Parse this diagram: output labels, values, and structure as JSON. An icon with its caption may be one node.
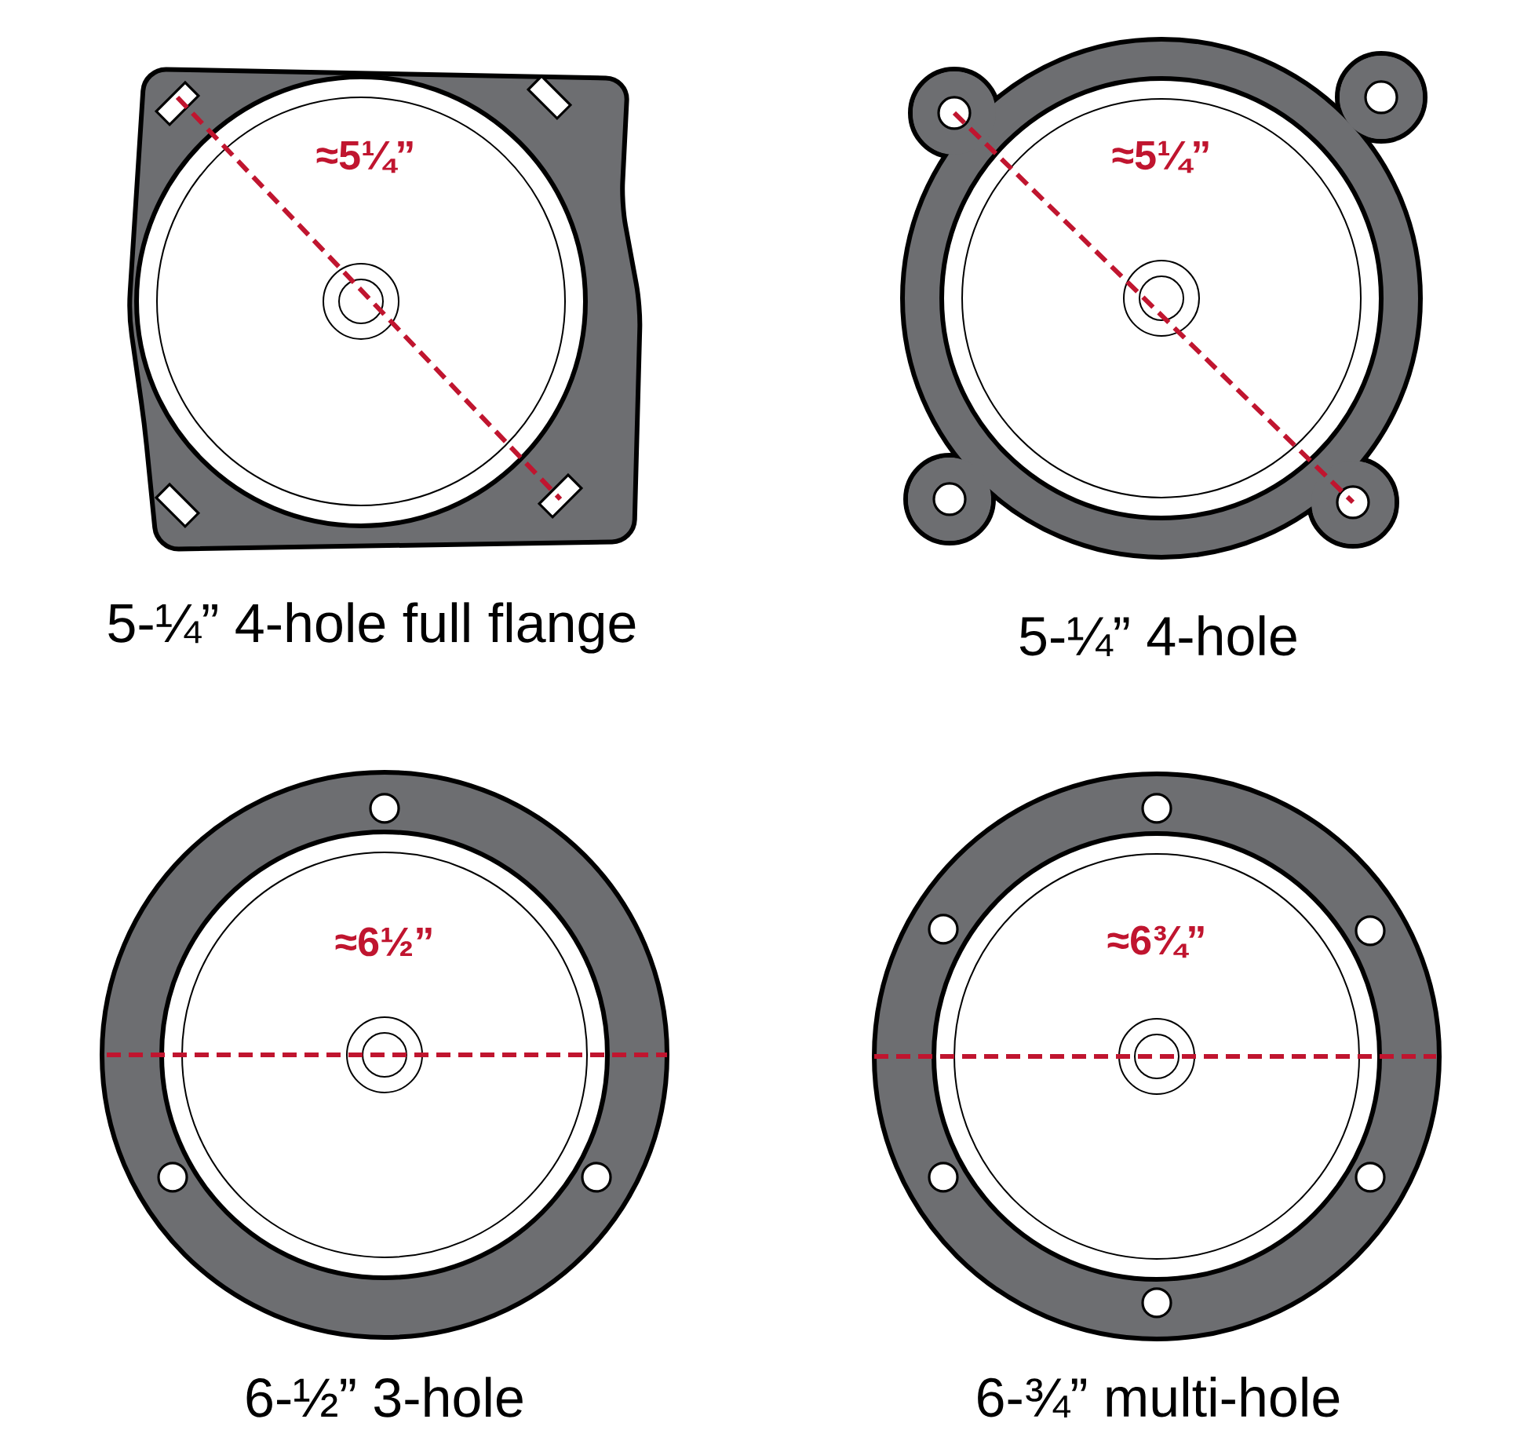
{
  "diagram": {
    "nodes": [
      {
        "text": [
          "≈5¼”"
        ],
        "beside": [
          "5-¼” 4-hole full flange"
        ]
      },
      {
        "text": [
          "≈5¼”"
        ],
        "beside": [
          "5-¼” 4-hole"
        ]
      },
      {
        "text": [
          "≈6½”"
        ],
        "beside": [
          "6-½” 3-hole"
        ]
      },
      {
        "text": [
          "≈6¾”"
        ],
        "beside": [
          "6-¾” multi-hole"
        ]
      }
    ]
  }
}
